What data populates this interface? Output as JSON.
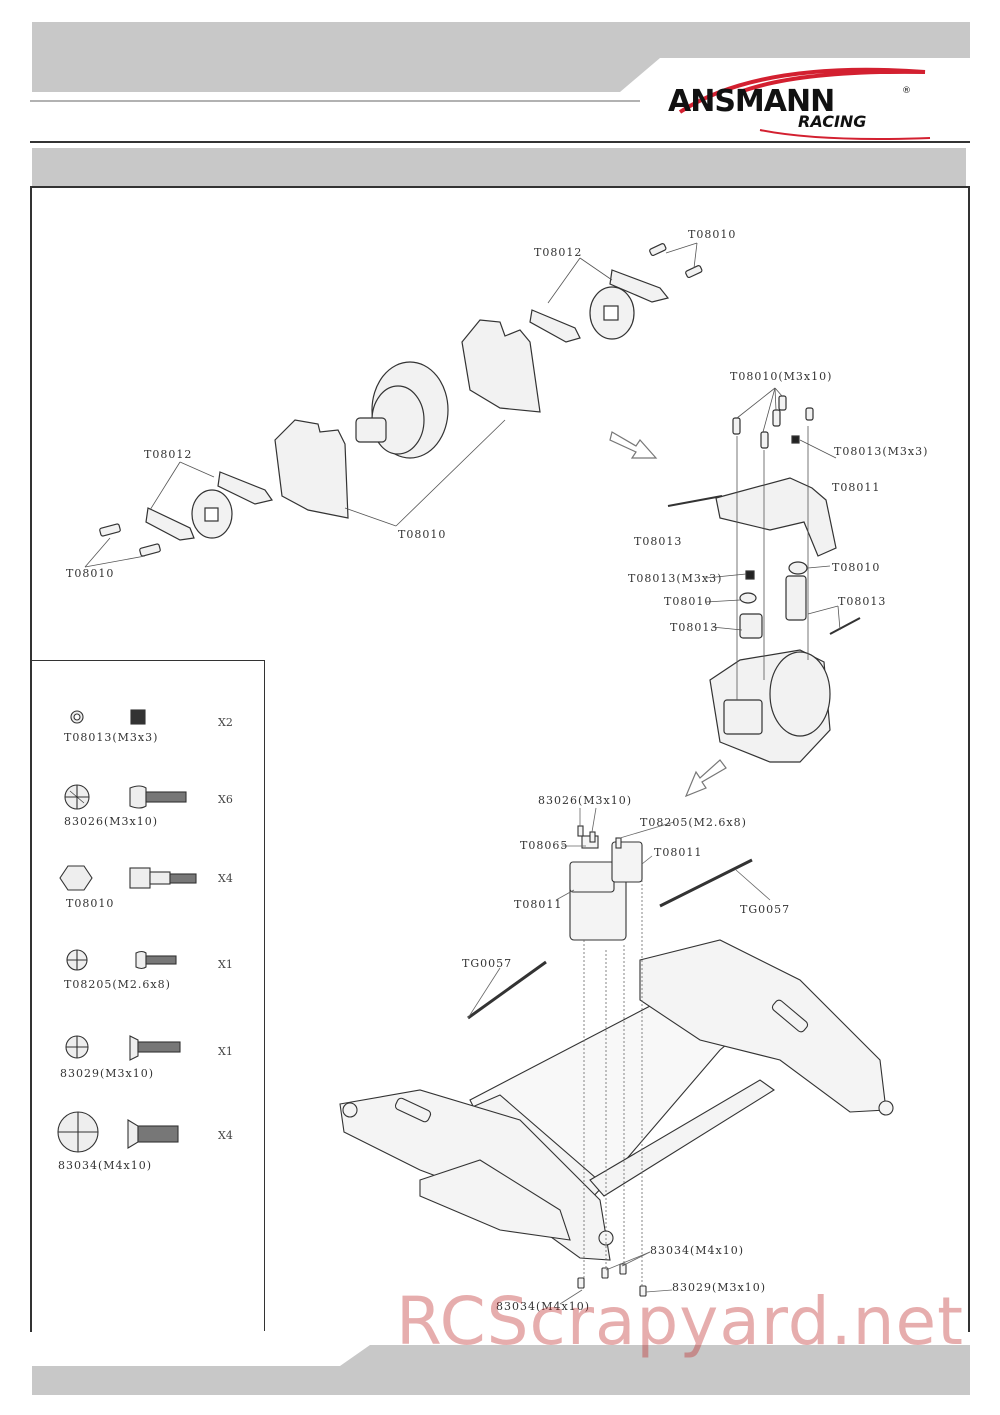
{
  "brand": {
    "name": "ANSMANN",
    "registered": "®",
    "sub": "RACING"
  },
  "watermark": "RCScrapyard.net",
  "colors": {
    "header_gray": "#c8c8c8",
    "accent_red": "#d32030",
    "line": "#333333",
    "watermark": "#be2828"
  },
  "callouts": {
    "top_t08010_right": "T08010",
    "top_t08012_right": "T08012",
    "top_t08012_left": "T08012",
    "top_t08010_left": "T08010",
    "top_t08010_center": "T08010",
    "mid_t08010_m3x10": "T08010(M3x10)",
    "mid_t08013_m3x3_a": "T08013(M3x3)",
    "mid_t08011": "T08011",
    "mid_t08013_a": "T08013",
    "mid_t08013_m3x3_b": "T08013(M3x3)",
    "mid_t08010_b": "T08010",
    "mid_t08010_c": "T08010",
    "mid_t08013_b": "T08013",
    "mid_t08013_c": "T08013",
    "bot_83026": "83026(M3x10)",
    "bot_t08205": "T08205(M2.6x8)",
    "bot_t08065": "T08065",
    "bot_t08011_a": "T08011",
    "bot_t08011_b": "T08011",
    "bot_tg0057_a": "TG0057",
    "bot_tg0057_b": "TG0057",
    "bot_83034_a": "83034(M4x10)",
    "bot_83029": "83029(M3x10)",
    "bot_83034_b": "83034(M4x10)"
  },
  "legend": [
    {
      "name": "T08013(M3x3)",
      "qty": "X2",
      "icon": "set-screw-icon"
    },
    {
      "name": "83026(M3x10)",
      "qty": "X6",
      "icon": "button-head-screw-icon"
    },
    {
      "name": "T08010",
      "qty": "X4",
      "icon": "shoulder-bolt-icon"
    },
    {
      "name": "T08205(M2.6x8)",
      "qty": "X1",
      "icon": "self-tapping-screw-icon"
    },
    {
      "name": "83029(M3x10)",
      "qty": "X1",
      "icon": "countersunk-screw-icon"
    },
    {
      "name": "83034(M4x10)",
      "qty": "X4",
      "icon": "countersunk-screw-large-icon"
    }
  ]
}
